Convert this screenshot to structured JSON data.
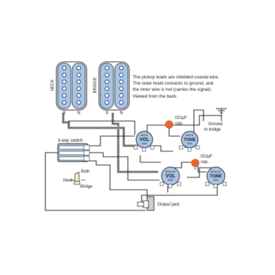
{
  "pickups": {
    "neck": {
      "label": "NECK",
      "south": "S",
      "north": "N"
    },
    "bridge": {
      "label": "BRIDGE",
      "south": "S",
      "north": "N"
    }
  },
  "note": {
    "lines": [
      "The pickup leads are shielded coaxial wire.",
      "The outer braid connects to ground, and",
      "the inner wire is hot (carries the signal).",
      "Viewed from the back."
    ]
  },
  "pots": {
    "neck_vol": {
      "top": "NECK",
      "main": "VOL",
      "sub": "500k"
    },
    "neck_tone": {
      "top": "NECK",
      "main": "TONE",
      "sub": "500k"
    },
    "bridge_vol": {
      "top": "BRIDGE",
      "main": "VOL",
      "sub": "500k"
    },
    "bridge_tone": {
      "top": "BRIDGE",
      "main": "TONE",
      "sub": "500k"
    }
  },
  "caps": {
    "cap1": {
      "value": ".022µF",
      "unit": "cap."
    },
    "cap2": {
      "value": ".022µF",
      "unit": "cap."
    }
  },
  "ground": {
    "line1": "Ground",
    "line2": "to bridge"
  },
  "switch": {
    "label": "3-way switch",
    "positions": {
      "both": "Both",
      "neck": "Neck",
      "bridge": "Bridge"
    }
  },
  "jack": {
    "label": "Output jack"
  },
  "colors": {
    "pickup_blue": "#a9c6e8",
    "capacitor_orange": "#e8652a",
    "wire": "#222222",
    "shield_gray": "#b9b9b9"
  }
}
